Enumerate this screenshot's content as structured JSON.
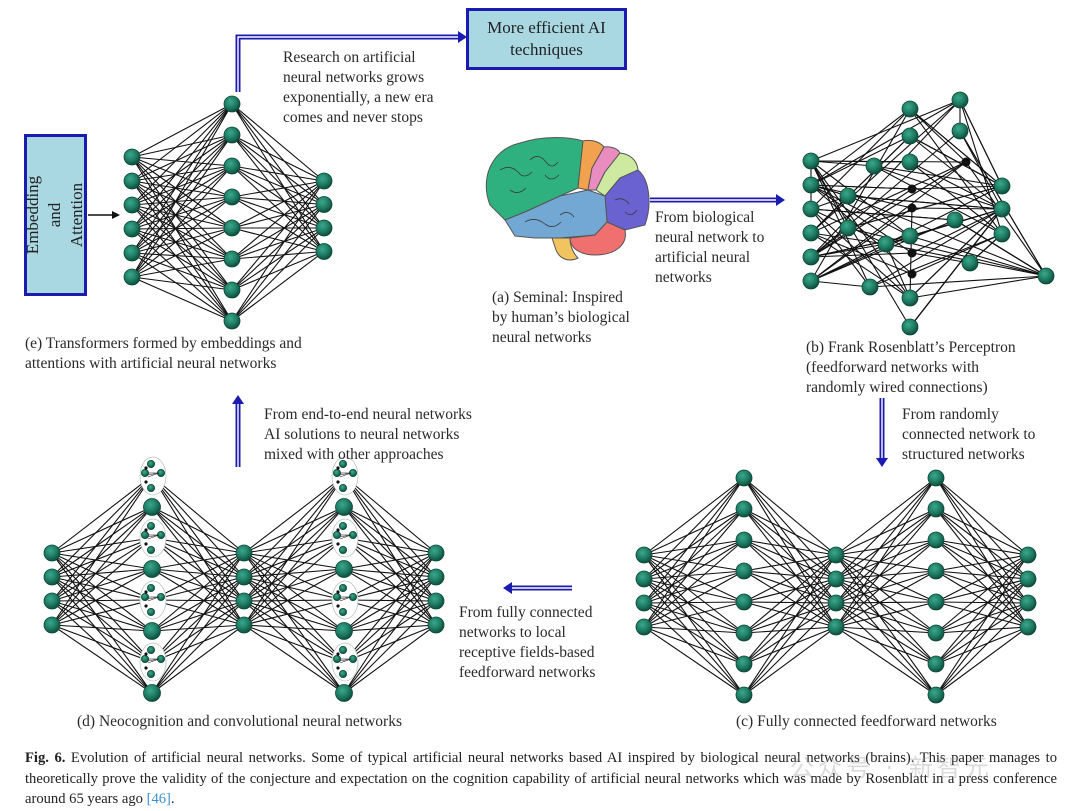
{
  "figure": {
    "panels": {
      "a": {
        "caption": "(a) Seminal: Inspired\nby human’s biological\nneural networks"
      },
      "b": {
        "caption": "(b) Frank Rosenblatt’s Perceptron\n(feedforward networks with\nrandomly wired connections)"
      },
      "c": {
        "caption": "(c) Fully connected feedforward networks"
      },
      "d": {
        "caption": "(d) Neocognition and convolutional neural networks"
      },
      "e": {
        "caption": "(e) Transformers formed by embeddings and\nattentions with artificial neural networks"
      }
    },
    "boxes": {
      "embedding": "Embedding\nand Attention",
      "efficient": "More efficient AI\ntechniques"
    },
    "transitions": {
      "a_to_b": "From biological\nneural network to\nartificial neural\nnetworks",
      "b_to_c": "From randomly\nconnected network to\nstructured networks",
      "c_to_d": "From fully connected\nnetworks to local\nreceptive fields-based\nfeedforward networks",
      "d_to_e": "From end-to-end neural networks\nAI solutions to neural networks\nmixed with other approaches",
      "e_to_more": "Research on artificial\nneural networks grows\nexponentially, a new era\ncomes and never stops"
    },
    "colors": {
      "node": "#1f7a63",
      "node_dark": "#0d4a3a",
      "arrow": "#1b1bb0",
      "box_fill": "#a9d8e2",
      "link": "#111111"
    },
    "brain_regions": [
      {
        "name": "frontal",
        "color": "#2fb07f"
      },
      {
        "name": "motor",
        "color": "#f2a24e"
      },
      {
        "name": "somatosensory",
        "color": "#e98cbf"
      },
      {
        "name": "parietal",
        "color": "#cdeaa0"
      },
      {
        "name": "occipital",
        "color": "#6a62d0"
      },
      {
        "name": "temporal",
        "color": "#74a8d4"
      },
      {
        "name": "cerebellum",
        "color": "#f07070"
      },
      {
        "name": "brainstem",
        "color": "#f2c460"
      }
    ]
  },
  "caption": {
    "label": "Fig. 6.",
    "text": " Evolution of artificial neural networks. Some of typical artificial neural networks based AI inspired by biological neural networks (brains). This paper manages to theoretically prove the validity of the conjecture and expectation on the cognition capability of artificial neural networks which was made by Rosenblatt in a press conference around 65 years ago ",
    "reference": "[46]",
    "end": "."
  },
  "watermark": "公众号 · 新智元"
}
